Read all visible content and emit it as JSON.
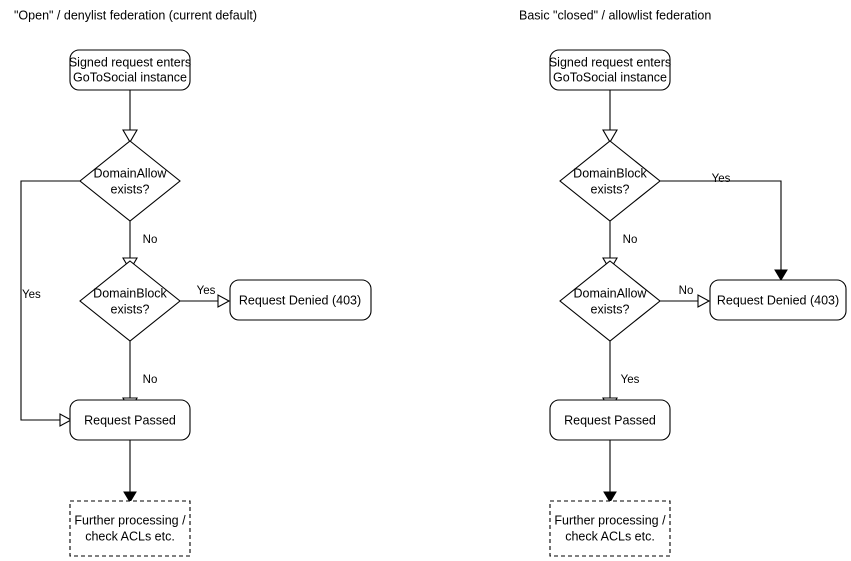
{
  "diagram": {
    "title_left": "\"Open\" / denylist federation (current default)",
    "title_right": "Basic \"closed\" / allowlist federation",
    "columns": [
      {
        "id": "denylist",
        "title": "\"Open\" / denylist federation (current default)",
        "nodes": {
          "entry_line1": "Signed request enters",
          "entry_line2": "GoToSocial instance",
          "decision1_line1": "DomainAllow",
          "decision1_line2": "exists?",
          "decision2_line1": "DomainBlock",
          "decision2_line2": "exists?",
          "denied": "Request Denied (403)",
          "passed": "Request Passed",
          "further_line1": "Further processing /",
          "further_line2": "check ACLs etc."
        },
        "edge_labels": {
          "decision1_yes": "Yes",
          "decision1_no": "No",
          "decision2_yes": "Yes",
          "decision2_no": "No"
        }
      },
      {
        "id": "allowlist",
        "title": "Basic \"closed\" / allowlist federation",
        "nodes": {
          "entry_line1": "Signed request enters",
          "entry_line2": "GoToSocial instance",
          "decision1_line1": "DomainBlock",
          "decision1_line2": "exists?",
          "decision2_line1": "DomainAllow",
          "decision2_line2": "exists?",
          "denied": "Request Denied (403)",
          "passed": "Request Passed",
          "further_line1": "Further processing /",
          "further_line2": "check ACLs etc."
        },
        "edge_labels": {
          "decision1_yes": "Yes",
          "decision1_no": "No",
          "decision2_no": "No",
          "decision2_yes": "Yes"
        }
      }
    ],
    "colors": {
      "stroke": "#000000",
      "fill": "#ffffff",
      "background": "#ffffff"
    }
  }
}
